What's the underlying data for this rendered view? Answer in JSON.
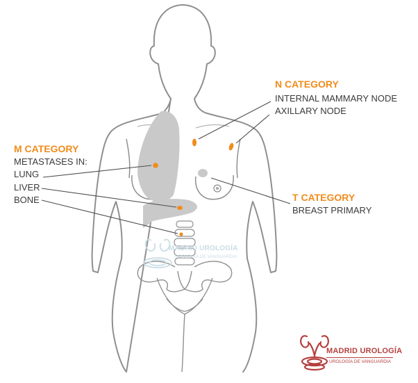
{
  "colors": {
    "outline": "#8f8f8f",
    "organ_fill": "#c9c9c9",
    "marker": "#f08c1c",
    "category": "#f08c1c",
    "text": "#3a3a3a",
    "logo": "#b5403e",
    "watermark": "#c9dde6"
  },
  "n_category": {
    "title": "N CATEGORY",
    "items": [
      "INTERNAL MAMMARY NODE",
      "AXILLARY NODE"
    ]
  },
  "m_category": {
    "title": "M CATEGORY",
    "subtitle": "METASTASES IN:",
    "items": [
      "LUNG",
      "LIVER",
      "BONE"
    ]
  },
  "t_category": {
    "title": "T CATEGORY",
    "items": [
      "BREAST PRIMARY"
    ]
  },
  "logo": {
    "icon": "kidney-logo-icon",
    "title": "MADRID UROLOGÍA",
    "subtitle": "UROLOGÍA DE VANGUARDIA"
  },
  "watermark": {
    "icon": "kidney-watermark-icon",
    "title": "MADRID UROLOGÍA",
    "subtitle": "UROLOGÍA DE VANGUARDIA"
  }
}
